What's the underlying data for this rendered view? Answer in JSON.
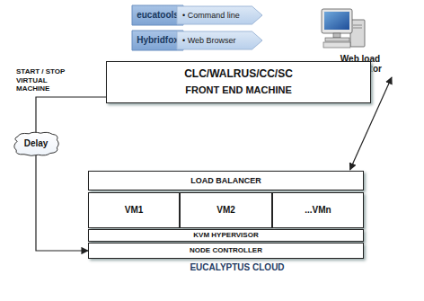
{
  "diagram": {
    "nodes": [
      {
        "text": [
          "eucatools"
        ]
      },
      {
        "text": [
          "• Command line"
        ]
      },
      {
        "text": [
          "Hybridfox"
        ]
      },
      {
        "text": [
          "• Web Browser"
        ]
      },
      {
        "text": [
          "Web load Generator"
        ]
      },
      {
        "text": [
          "CLC/WALRUS/CC/SC",
          "FRONT END MACHINE"
        ]
      },
      {
        "text": [
          "Delay"
        ]
      },
      {
        "text": [
          "EUCALYPTUS CLOUD"
        ]
      },
      {
        "text": [
          "LOAD BALANCER"
        ],
        "in": 7
      },
      {
        "text": [
          "VM1"
        ],
        "in": 7
      },
      {
        "text": [
          "VM2"
        ],
        "in": 7
      },
      {
        "text": [
          "...VMn"
        ],
        "in": 7
      },
      {
        "text": [
          "KVM HYPERVISOR"
        ],
        "in": 7
      },
      {
        "text": [
          "NODE CONTROLLER"
        ],
        "in": 7
      }
    ],
    "edges": [
      {
        "from": 5,
        "to": 6,
        "arrow": "none",
        "label": "START / STOP VIRTUAL MACHINE"
      },
      {
        "from": 6,
        "to": 13,
        "arrow": "to"
      },
      {
        "from": 4,
        "to": 8,
        "arrow": "both"
      }
    ]
  }
}
